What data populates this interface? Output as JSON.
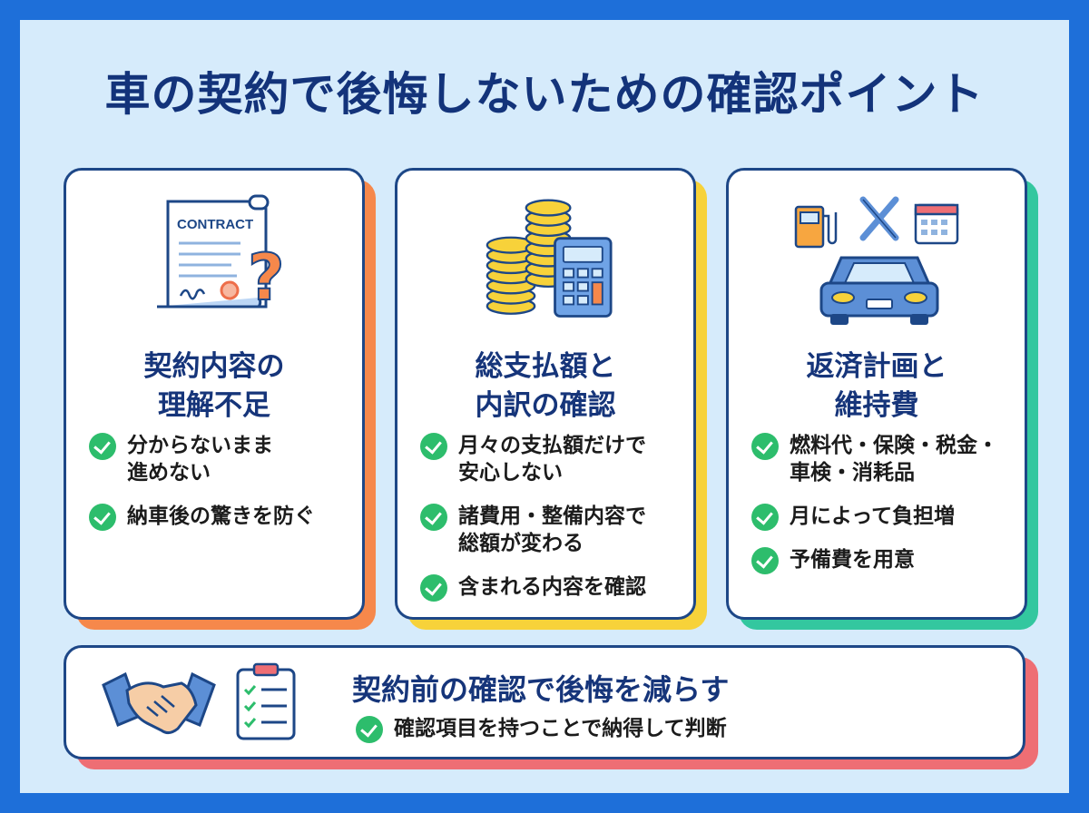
{
  "title": "車の契約で後悔しないための確認ポイント",
  "colors": {
    "frame": "#1e6fd9",
    "background": "#d6ebfb",
    "title": "#13337a",
    "card_border": "#1d4787",
    "check": "#2dbd6c",
    "accent_orange": "#f6884b",
    "accent_yellow": "#f7d23a",
    "accent_green": "#33c79f",
    "accent_red": "#ee6e74"
  },
  "cards": [
    {
      "icon": "contract-document-question-icon",
      "icon_text": "CONTRACT",
      "heading_line1": "契約内容の",
      "heading_line2": "理解不足",
      "items": [
        {
          "line1": "分からないまま",
          "line2": "進めない"
        },
        {
          "line1": "納車後の驚きを防ぐ",
          "line2": ""
        }
      ]
    },
    {
      "icon": "coins-calculator-icon",
      "heading_line1": "総支払額と",
      "heading_line2": "内訳の確認",
      "items": [
        {
          "line1": "月々の支払額だけで",
          "line2": "安心しない"
        },
        {
          "line1": "諸費用・整備内容で",
          "line2": "総額が変わる"
        },
        {
          "line1": "含まれる内容を確認",
          "line2": ""
        }
      ]
    },
    {
      "icon": "car-maintenance-icon",
      "heading_line1": "返済計画と",
      "heading_line2": "維持費",
      "items": [
        {
          "line1": "燃料代・保険・税金・",
          "line2": "車検・消耗品"
        },
        {
          "line1": "月によって負担増",
          "line2": ""
        },
        {
          "line1": "予備費を用意",
          "line2": ""
        }
      ]
    }
  ],
  "bottom": {
    "heading": "契約前の確認で後悔を減らす",
    "item": "確認項目を持つことで納得して判断"
  }
}
